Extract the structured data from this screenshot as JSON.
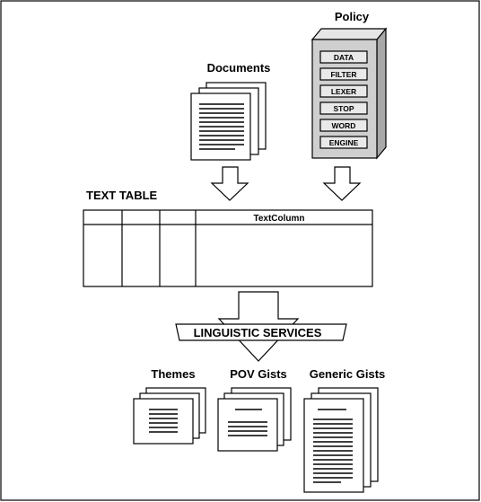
{
  "labels": {
    "policy": "Policy",
    "documents": "Documents",
    "text_table": "TEXT TABLE",
    "text_column": "TextColumn",
    "linguistic_services": "LINGUISTIC SERVICES",
    "themes": "Themes",
    "pov_gists": "POV Gists",
    "generic_gists": "Generic Gists"
  },
  "policy_items": [
    "DATA",
    "FILTER",
    "LEXER",
    "STOP",
    "WORD",
    "ENGINE"
  ],
  "colors": {
    "stroke": "#000000",
    "background": "#ffffff",
    "policy_body": "#cfcfcf",
    "policy_side": "#a8a8a8",
    "policy_top": "#e6e6e6",
    "policy_button": "#e9e9e9"
  }
}
